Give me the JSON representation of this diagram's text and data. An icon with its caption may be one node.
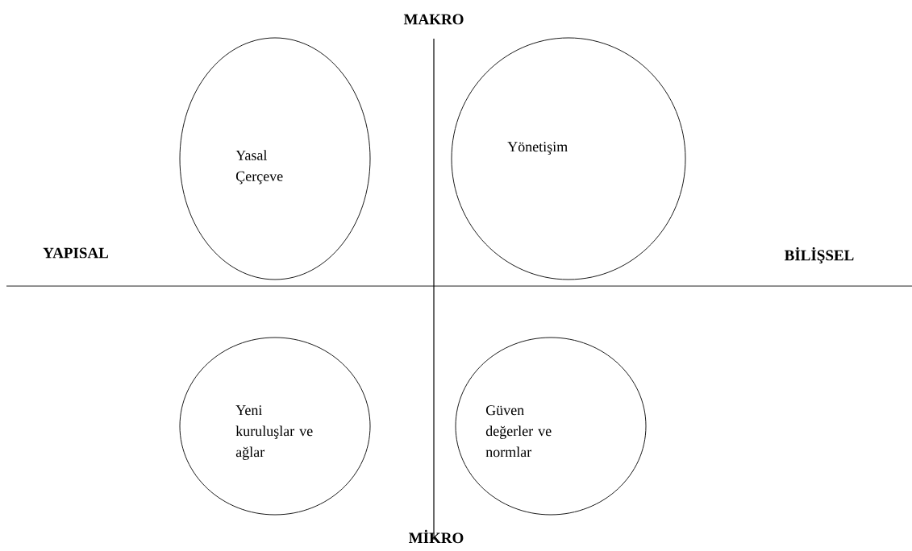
{
  "diagram": {
    "nodes": [
      {
        "text": [
          "Yasal Çerçeve"
        ]
      },
      {
        "text": [
          "Yönetişim"
        ]
      },
      {
        "text": [
          "Yeni kuruluşlar ve ağlar"
        ]
      },
      {
        "text": [
          "Güven değerler ve normlar"
        ]
      }
    ],
    "labels": [
      "MAKRO",
      "YAPISAL",
      "BİLİŞSEL",
      "MİKRO"
    ]
  }
}
